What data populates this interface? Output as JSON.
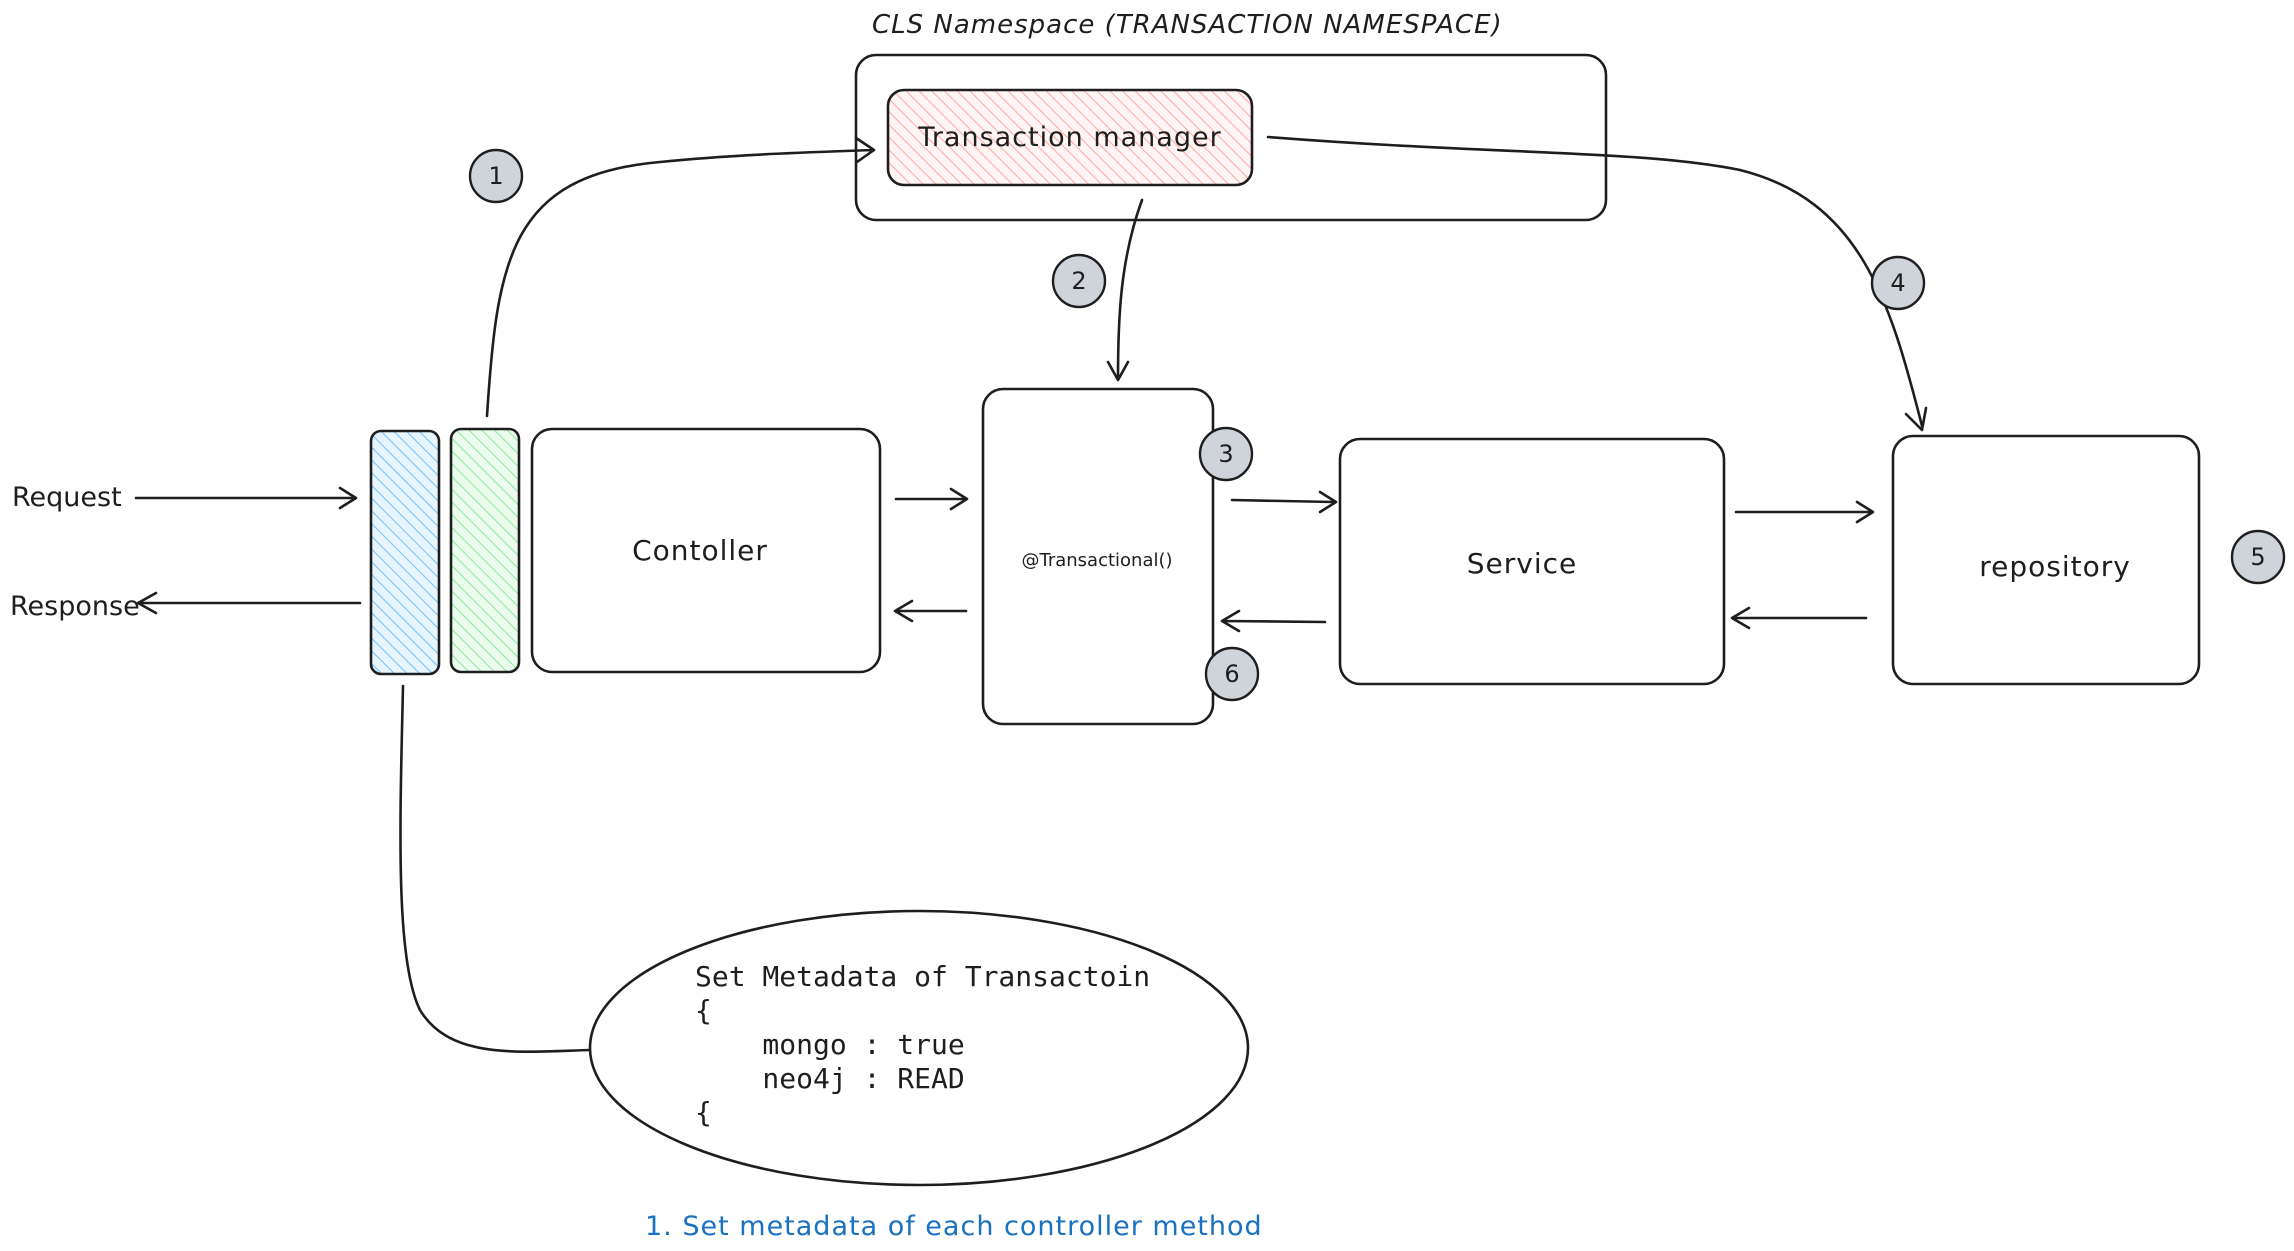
{
  "namespace": {
    "title": "CLS Namespace (TRANSACTION NAMESPACE)"
  },
  "transaction_manager": {
    "label": "Transaction manager"
  },
  "request": {
    "label": "Request"
  },
  "response": {
    "label": "Response"
  },
  "controller": {
    "label": "Contoller"
  },
  "transactional": {
    "label": "@Transactional()"
  },
  "service": {
    "label": "Service"
  },
  "repository": {
    "label": "repository"
  },
  "steps": [
    "1",
    "2",
    "3",
    "4",
    "5",
    "6"
  ],
  "metadata_note": {
    "lines": [
      "Set Metadata of Transactoin",
      "{",
      "    mongo : true",
      "    neo4j : READ",
      "{"
    ]
  },
  "caption": {
    "text": "1. Set metadata of each controller method"
  },
  "colors": {
    "stroke": "#1e1e1e",
    "badge_fill": "#ced4da",
    "blue_hatch": "#a5d8ff",
    "green_hatch": "#b2f2bb",
    "red_hatch": "#ffc9c9",
    "caption": "#1971c2"
  }
}
